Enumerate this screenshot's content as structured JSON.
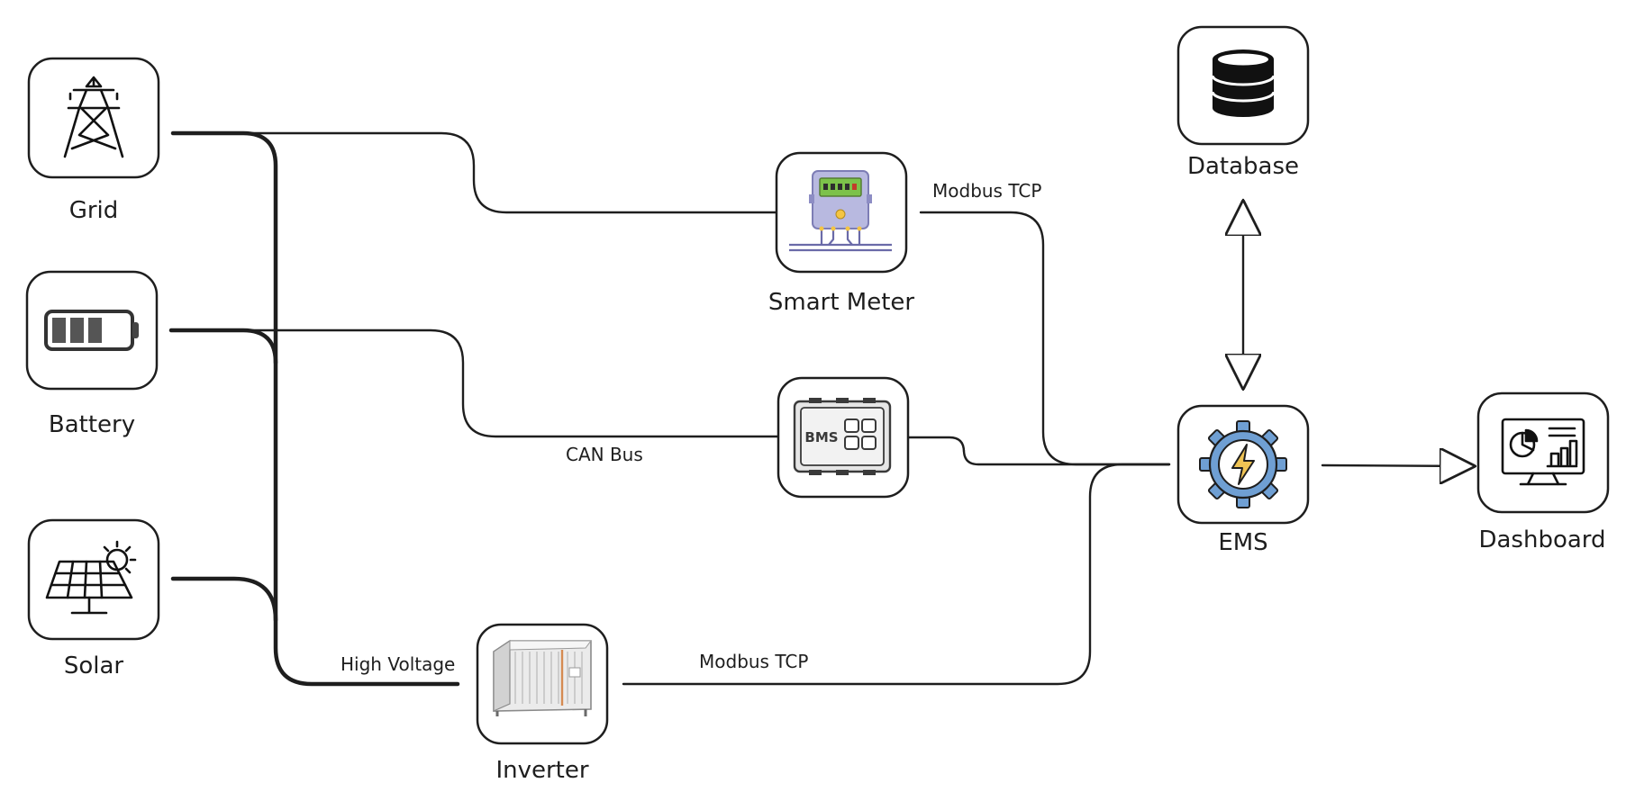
{
  "nodes": {
    "grid": "Grid",
    "battery": "Battery",
    "solar": "Solar",
    "smart_meter": "Smart Meter",
    "bms": "BMS",
    "inverter": "Inverter",
    "ems": "EMS",
    "database": "Database",
    "dashboard": "Dashboard"
  },
  "edges": {
    "meter_to_ems": "Modbus TCP",
    "battery_to_bms": "CAN Bus",
    "bus_to_inverter": "High Voltage",
    "inverter_to_ems": "Modbus TCP"
  },
  "icons": {
    "grid": "transmission-tower-icon",
    "battery": "battery-icon",
    "solar": "solar-panel-icon",
    "smart_meter": "smart-meter-icon",
    "bms": "bms-module-icon",
    "inverter": "inverter-cabinet-icon",
    "ems": "gear-lightning-icon",
    "database": "database-icon",
    "dashboard": "dashboard-monitor-icon"
  },
  "colors": {
    "stroke": "#1e1e1e",
    "meter_body": "#b8b9e0",
    "meter_display": "#7cc24a",
    "bms_body": "#e6e6e6",
    "gear": "#6f9fd3",
    "bolt": "#f0c454"
  }
}
